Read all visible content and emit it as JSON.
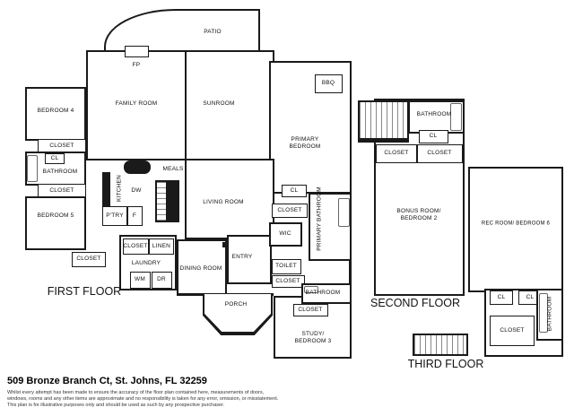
{
  "colors": {
    "wall": "#1a1a1a",
    "background": "#ffffff"
  },
  "floors": {
    "first": {
      "label": "FIRST FLOOR",
      "rooms": {
        "patio": "PATIO",
        "fireplace": "FP",
        "family_room": "FAMILY ROOM",
        "sunroom": "SUNROOM",
        "bbq": "BBQ",
        "bedroom_4": "BEDROOM 4",
        "bedroom_5": "BEDROOM 5",
        "closet": "CLOSET",
        "cl": "CL",
        "bathroom": "BATHROOM",
        "kitchen": "KITCHEN",
        "dishwasher": "DW",
        "meals": "MEALS",
        "pantry": "P'TRY",
        "fridge": "F",
        "living_room": "LIVING ROOM",
        "primary_bedroom": "PRIMARY\nBEDROOM",
        "primary_bathroom": "PRIMARY BATHROOM",
        "wic": "WIC",
        "linen": "LINEN",
        "laundry": "LAUNDRY",
        "washer": "WM",
        "dryer": "DR",
        "dining_room": "DINING ROOM",
        "entry": "ENTRY",
        "toilet": "TOILET",
        "porch": "PORCH",
        "study_bedroom_3": "STUDY/\nBEDROOM 3"
      }
    },
    "second": {
      "label": "SECOND FLOOR",
      "rooms": {
        "bathroom": "BATHROOM",
        "cl": "CL",
        "closet": "CLOSET",
        "bonus_bedroom_2": "BONUS ROOM/\nBEDROOM 2"
      }
    },
    "third": {
      "label": "THIRD FLOOR",
      "rooms": {
        "rec_bedroom_6": "REC ROOM/ BEDROOM 6",
        "cl": "CL",
        "closet": "CLOSET",
        "bathroom": "BATHROOM"
      }
    }
  },
  "footer": {
    "address": "509 Bronze Branch Ct, St. Johns, FL 32259",
    "disclaimer": "Whilst every attempt has been made to ensure the accuracy of the floor plan contained here, measurements of doors,\nwindows, rooms and any other items are approximate and no responsibility is taken for any error, omission, or misstatement.\nThis plan is for illustrative purposes only and should be used as such by any prospective purchaser."
  }
}
